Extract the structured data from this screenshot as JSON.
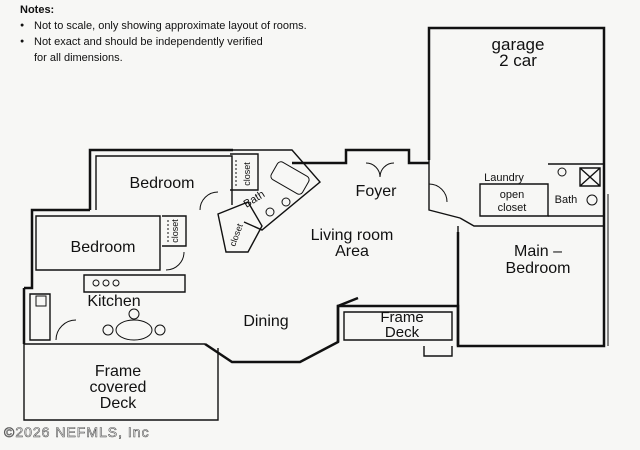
{
  "notes": {
    "heading": "Notes:",
    "line1": "Not to scale, only showing approximate layout of rooms.",
    "line2a": "Not exact and should be independently verified",
    "line2b": "for all dimensions."
  },
  "rooms": {
    "garage_line1": "garage",
    "garage_line2": "2 car",
    "foyer": "Foyer",
    "living_line1": "Living room",
    "living_line2": "Area",
    "bedroom_top": "Bedroom",
    "bedroom_mid": "Bedroom",
    "kitchen": "Kitchen",
    "dining": "Dining",
    "frame_deck_line1": "Frame",
    "frame_deck_line2": "Deck",
    "covered_deck_line1": "Frame",
    "covered_deck_line2": "covered",
    "covered_deck_line3": "Deck",
    "main_bedroom_line1": "Main –",
    "main_bedroom_line2": "Bedroom",
    "laundry": "Laundry",
    "open_closet_line1": "open",
    "open_closet_line2": "closet",
    "bath_main": "Bath",
    "bath_hall": "Bath",
    "closet_top": "closet",
    "closet_mid": "closet",
    "closet_hall": "closet"
  },
  "watermark": "©2026 NEFMLS, Inc",
  "colors": {
    "line": "#111111",
    "paper": "#f7f7f5"
  }
}
